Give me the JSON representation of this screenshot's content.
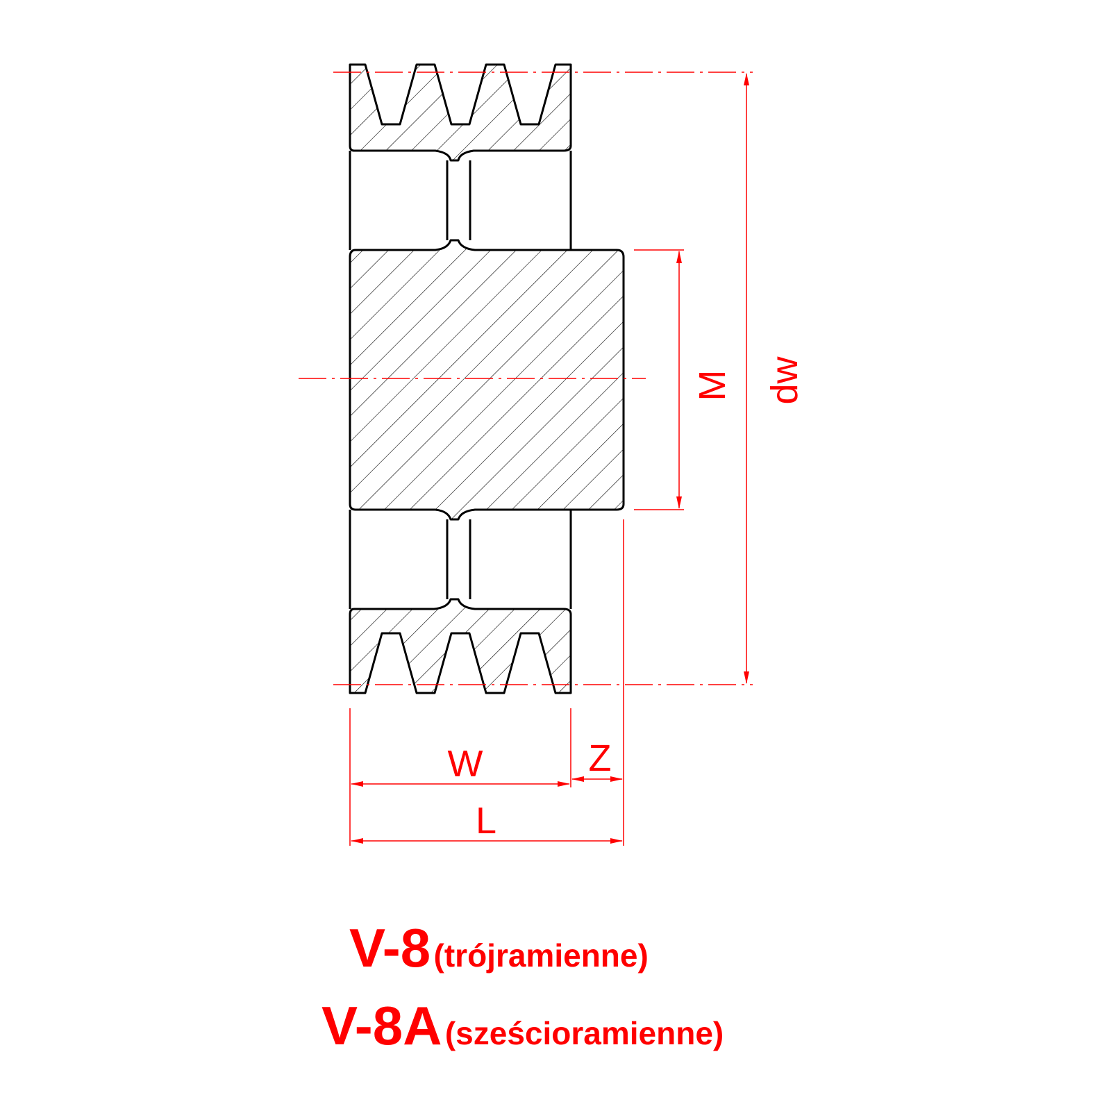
{
  "dimensions": {
    "dw": "dw",
    "m": "M",
    "w": "W",
    "z": "Z",
    "l": "L"
  },
  "captions": [
    {
      "code": "V-8",
      "description": "(trójramienne)"
    },
    {
      "code": "V-8A",
      "description": "(sześcioramienne)"
    }
  ],
  "colors": {
    "outline": "#000000",
    "dimension": "#ff0000"
  }
}
